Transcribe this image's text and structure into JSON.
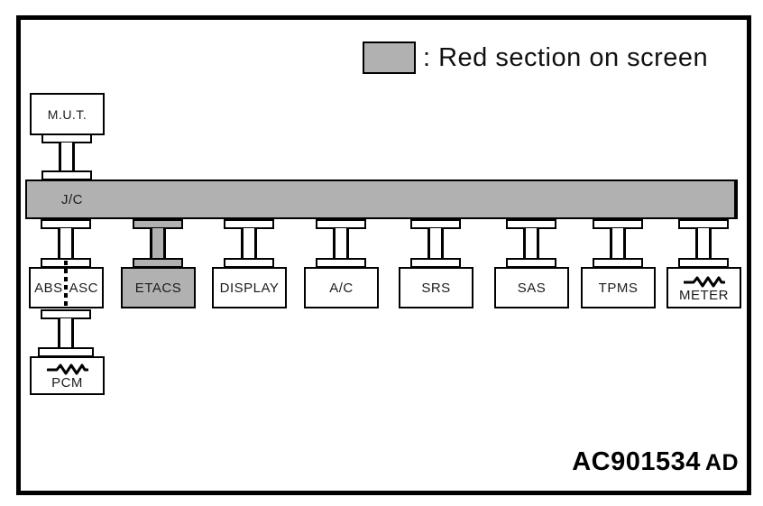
{
  "colors": {
    "highlight_gray": "#b1b1b1",
    "line_black": "#000000"
  },
  "legend": {
    "label": ": Red section on screen",
    "swatch_color": "#b1b1b1"
  },
  "bus": {
    "label": "J/C"
  },
  "scan_tool": {
    "label": "M.U.T."
  },
  "modules": [
    {
      "label_left": "ABS",
      "label_right": "ASC",
      "highlighted": false,
      "resistor": false
    },
    {
      "label": "ETACS",
      "highlighted": true,
      "resistor": false
    },
    {
      "label": "DISPLAY",
      "highlighted": false,
      "resistor": false
    },
    {
      "label": "A/C",
      "highlighted": false,
      "resistor": false
    },
    {
      "label": "SRS",
      "highlighted": false,
      "resistor": false
    },
    {
      "label": "SAS",
      "highlighted": false,
      "resistor": false
    },
    {
      "label": "TPMS",
      "highlighted": false,
      "resistor": false
    },
    {
      "label": "METER",
      "highlighted": false,
      "resistor": true
    }
  ],
  "sub_module": {
    "label": "PCM",
    "resistor": true
  },
  "figure_code": {
    "main": "AC901534",
    "suffix": "AD"
  }
}
